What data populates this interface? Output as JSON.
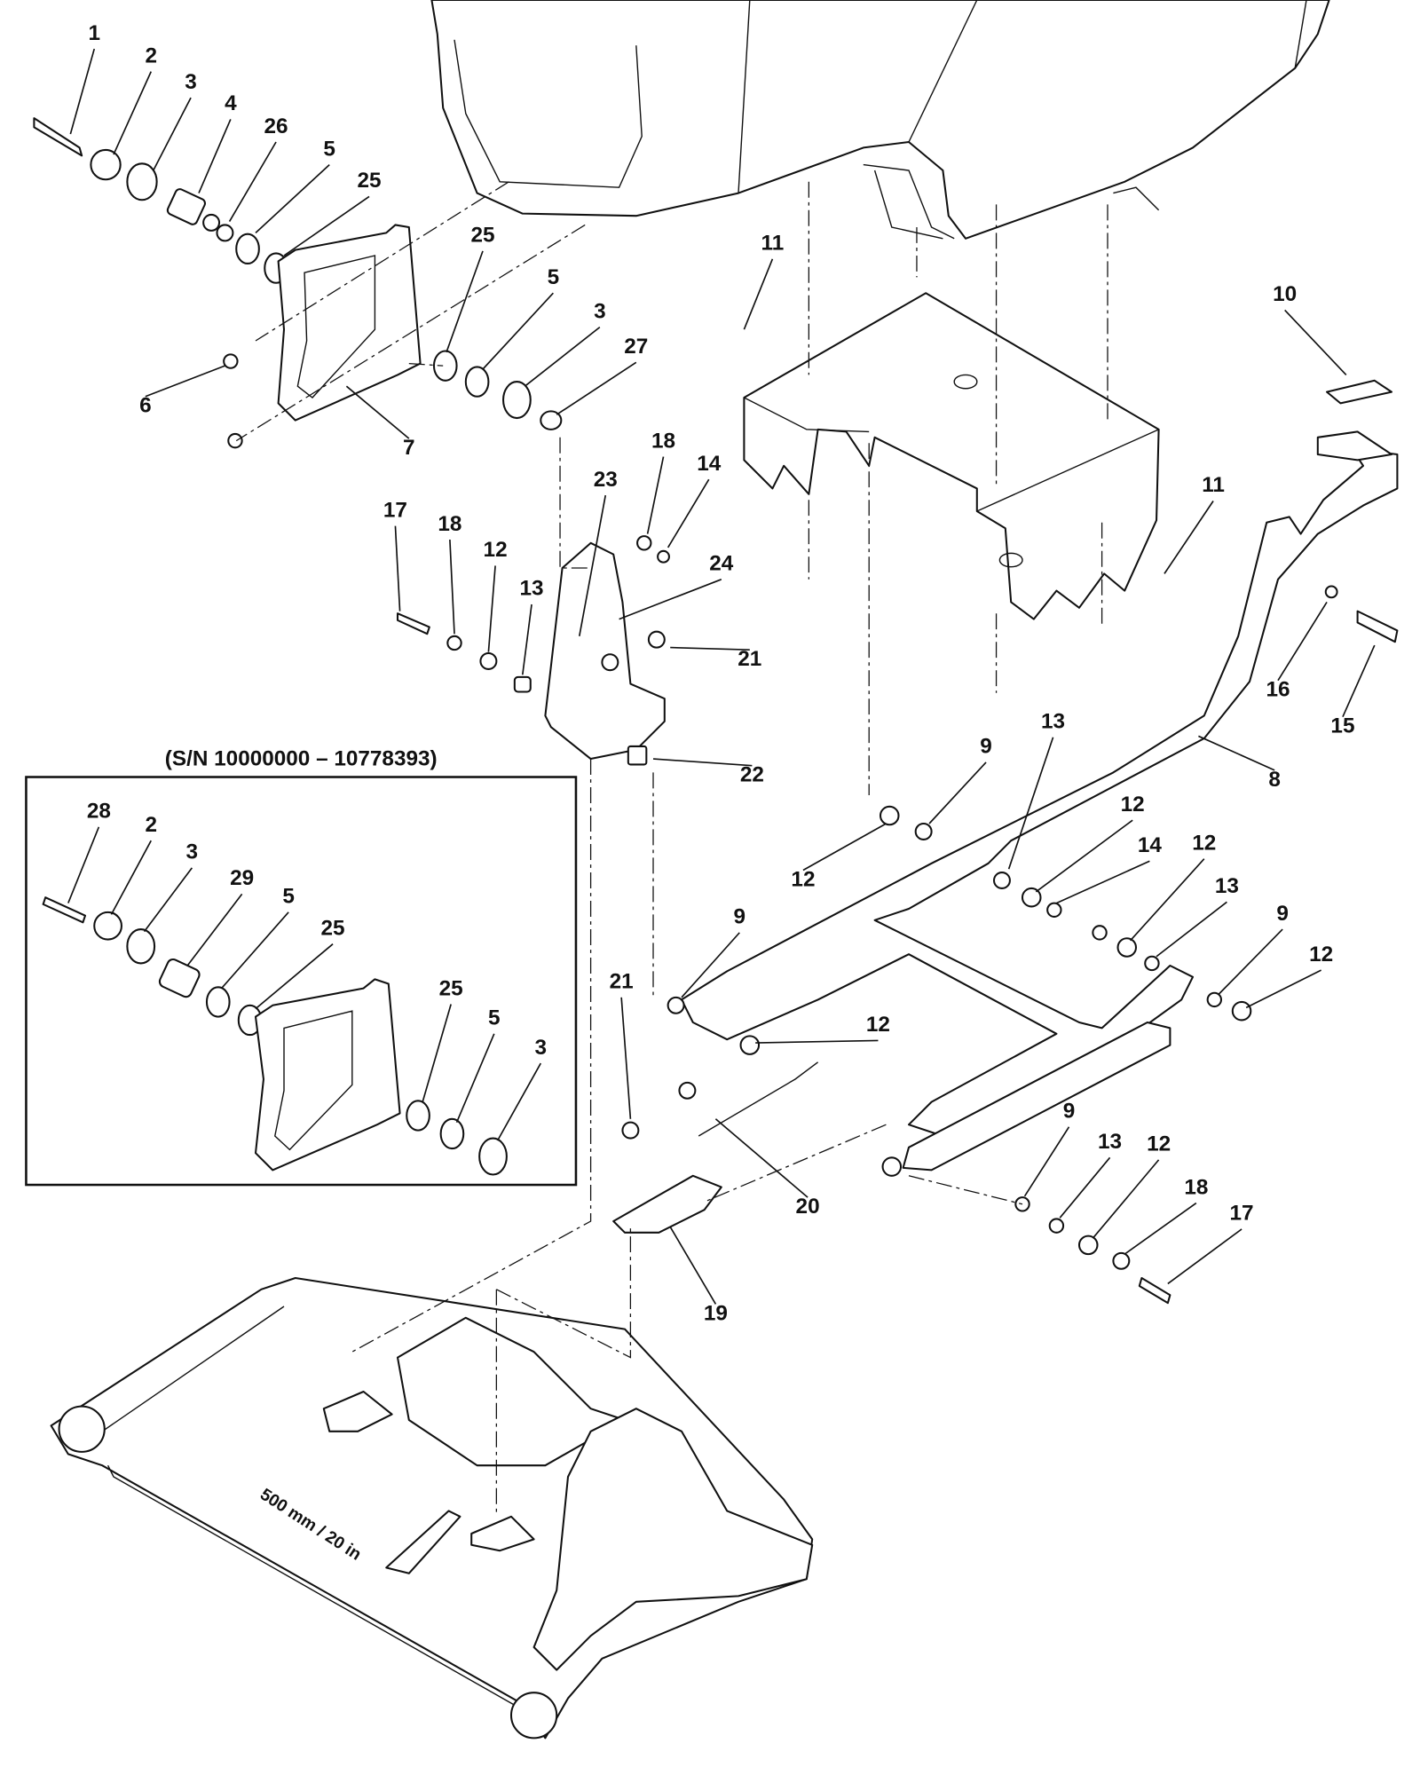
{
  "inset": {
    "title": "(S/N 10000000 – 10778393)"
  },
  "deck_marking": "500 mm / 20 in",
  "callouts": [
    "1",
    "2",
    "3",
    "4",
    "26",
    "5",
    "25",
    "25",
    "5",
    "3",
    "27",
    "6",
    "7",
    "11",
    "10",
    "11",
    "18",
    "14",
    "23",
    "17",
    "18",
    "12",
    "13",
    "24",
    "21",
    "22",
    "16",
    "15",
    "8",
    "13",
    "9",
    "12",
    "12",
    "14",
    "12",
    "13",
    "9",
    "12",
    "9",
    "12",
    "21",
    "20",
    "19",
    "9",
    "13",
    "12",
    "18",
    "17"
  ],
  "inset_callouts": [
    "28",
    "2",
    "3",
    "29",
    "5",
    "25",
    "25",
    "5",
    "3"
  ]
}
